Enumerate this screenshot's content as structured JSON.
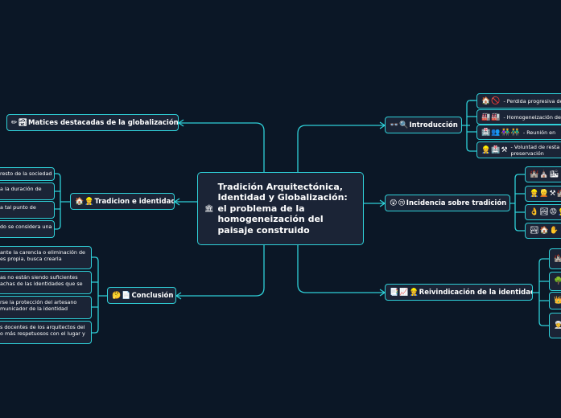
{
  "central": {
    "icon": "classical-building-icon",
    "title": "Tradición Arquitectónica, Identidad y Globalización: el problema de la homogeneización del paisaje construido"
  },
  "branches": {
    "introduccion": {
      "icons": [
        "glasses-icon",
        "magnifier-icon"
      ],
      "label": "Introducción",
      "children": [
        {
          "icons": [
            "house-icon",
            "no-entry-icon"
          ],
          "text": "- Perdida progresiva de"
        },
        {
          "icons": [
            "buildings-icon",
            "buildings-icon"
          ],
          "text": "- Homogeneización de l"
        },
        {
          "icons": [
            "hospital-icon",
            "people-icon",
            "people-icon",
            "people-icon"
          ],
          "text": "- Reunión en"
        },
        {
          "icons": [
            "person-icon",
            "hospital-icon",
            "tools-icon"
          ],
          "text": "- Voluntad de resta",
          "text2": "preservación"
        }
      ]
    },
    "incidencia": {
      "icons": [
        "astonished-face-icon",
        "crying-face-icon"
      ],
      "label": "Incidencia sobre tradición",
      "children": [
        {
          "icons": [
            "castle-icon",
            "church-icon",
            "cityscape-icon"
          ],
          "text": ""
        },
        {
          "icons": [
            "person-icon",
            "person-icon",
            "tools-icon",
            "castle-icon"
          ],
          "text": ""
        },
        {
          "icons": [
            "hand-icon",
            "picture-icon",
            "face-icon",
            "person-icon"
          ],
          "text": ""
        },
        {
          "icons": [
            "picture-icon",
            "house-icon",
            "hand-icon"
          ],
          "text": ""
        }
      ]
    },
    "reivindicacion": {
      "icons": [
        "documents-icon",
        "chart-icon",
        "person-icon"
      ],
      "label": "Reivindicación de la identidad",
      "children": [
        {
          "icons": [
            "castle-icon"
          ],
          "text": ""
        },
        {
          "icons": [
            "tree-icon"
          ],
          "text": ""
        },
        {
          "icons": [
            "crown-icon"
          ],
          "text": ""
        },
        {
          "icons": [
            "person-icon"
          ],
          "text": ""
        }
      ]
    },
    "matices": {
      "icons": [
        "pencil-icon",
        "picture-icon"
      ],
      "label": "Matices destacadas de la globalización"
    },
    "tradicion": {
      "icons": [
        "house-icon",
        "person-icon"
      ],
      "label": "Tradicion e identidad",
      "children": [
        {
          "lines": [
            "resto de la sociedad"
          ]
        },
        {
          "lines": [
            "a la duración de",
            ""
          ]
        },
        {
          "lines": [
            "a tal punto de",
            ""
          ]
        },
        {
          "lines": [
            "do se considera una",
            ""
          ]
        }
      ]
    },
    "conclusion": {
      "icons": [
        "thinking-face-icon",
        "document-icon"
      ],
      "label": "Conclusión",
      "children": [
        {
          "lines": [
            "ante la carencia o eliminación de",
            "es propia, busca crearla",
            ""
          ]
        },
        {
          "lines": [
            "as no están siendo suficientes",
            "achas de las identidades que se",
            ""
          ]
        },
        {
          "lines": [
            "rse la protección del artesano",
            "municador de la identidad",
            ""
          ]
        },
        {
          "lines": [
            "s docentes de los arquitectos del",
            "o más respetuosos con el lugar y",
            ""
          ]
        }
      ]
    }
  },
  "colors": {
    "background": "#0b1726",
    "node_fill": "#1b2436",
    "border": "#2fd0d8",
    "text": "#ffffff"
  }
}
